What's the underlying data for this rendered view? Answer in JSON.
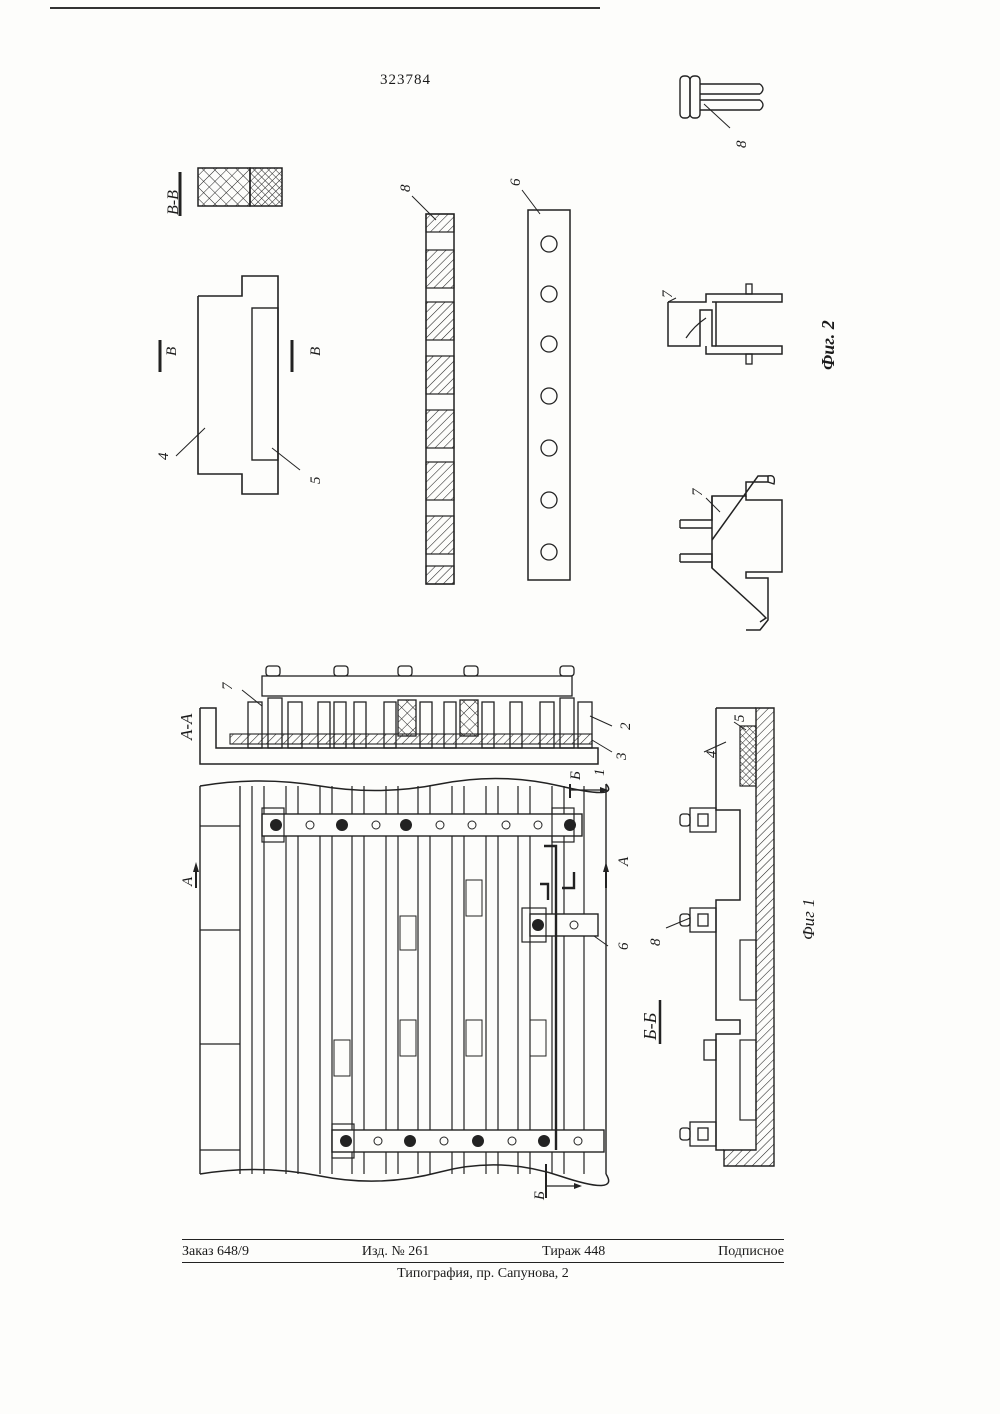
{
  "document": {
    "patent_number": "323784"
  },
  "labels": {
    "fig1": "Фиг 1",
    "fig2": "Фиг. 2",
    "section_aa": "А-А",
    "section_bb": "Б-Б",
    "section_vv": "В-В",
    "cut_a": "А",
    "cut_b": "Б",
    "cut_v": "В",
    "part_1": "1",
    "part_2": "2",
    "part_3": "3",
    "part_4": "4",
    "part_5": "5",
    "part_6": "6",
    "part_7": "7",
    "part_8": "8"
  },
  "footer": {
    "order": "Заказ 648/9",
    "edition": "Изд. № 261",
    "circulation": "Тираж 448",
    "subscription": "Подписное",
    "printer": "Типография, пр. Сапунова, 2"
  }
}
